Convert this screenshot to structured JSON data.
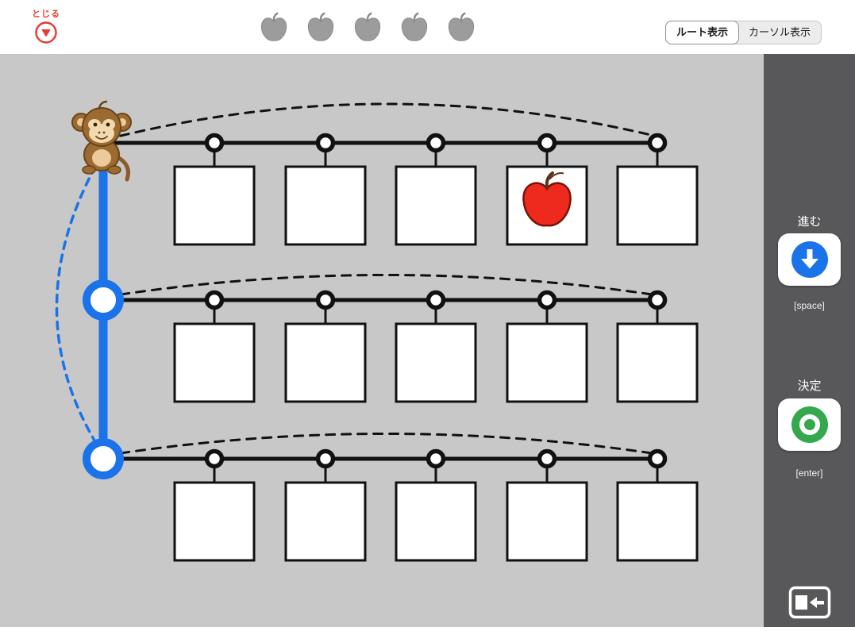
{
  "header": {
    "close_label": "とじる",
    "score_apples": 5,
    "toggle": {
      "route_label": "ルート表示",
      "cursor_label": "カーソル表示",
      "selected": "route"
    }
  },
  "controls": {
    "advance_label": "進む",
    "advance_key": "[space]",
    "confirm_label": "決定",
    "confirm_key": "[enter]"
  },
  "board": {
    "rows": 3,
    "cells_per_row": 5,
    "apple_cell": {
      "row": 1,
      "cell": 4
    },
    "monkey_at": {
      "row": 1,
      "position": "rail-start"
    },
    "route_highlight": {
      "from_row": 1,
      "to_row": 3,
      "at": "rail-start"
    }
  },
  "colors": {
    "route_blue": "#1a73e8",
    "confirm_green": "#34a84d",
    "close_red": "#e8392e",
    "board_bg": "#c8c8c8",
    "sidebar_bg": "#58585a",
    "apple_gray": "#9c9c9c",
    "apple_red": "#ee2a1e"
  }
}
